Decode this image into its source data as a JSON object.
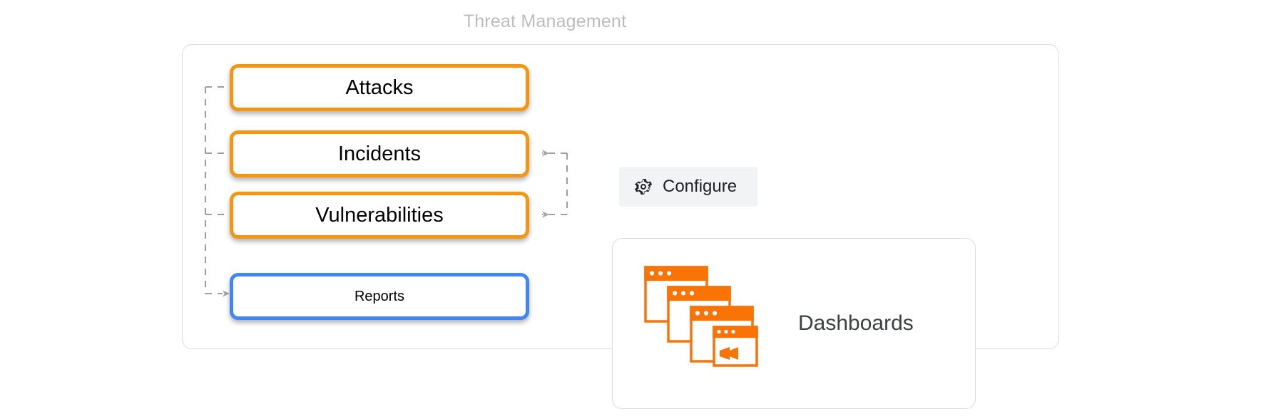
{
  "diagram": {
    "title": "Threat Management",
    "nav_items": [
      {
        "label": "Attacks",
        "accent": "#f59512",
        "state": "default"
      },
      {
        "label": "Incidents",
        "accent": "#f59512",
        "state": "default"
      },
      {
        "label": "Vulnerabilities",
        "accent": "#f59512",
        "state": "default"
      },
      {
        "label": "Reports",
        "accent": "#4285f4",
        "state": "selected"
      }
    ],
    "configure": {
      "label": "Configure",
      "icon": "gear-icon",
      "background": "#f1f3f4"
    },
    "dashboards": {
      "label": "Dashboards",
      "icon": "cascading-windows-icon",
      "icon_color": "#f97306"
    },
    "connectors": {
      "style": "dashed",
      "color": "#9e9e9e",
      "left_group_targets": [
        "Attacks",
        "Incidents",
        "Vulnerabilities"
      ],
      "left_arrow_target": "Reports",
      "right_arrow_targets": [
        "Incidents",
        "Vulnerabilities"
      ]
    },
    "colors": {
      "orange_accent": "#f59512",
      "blue_accent": "#4285f4",
      "panel_border": "#dadce0",
      "title_text": "#bdbdbd",
      "body_text": "#000000",
      "dash_text": "#3c4043",
      "connector": "#9e9e9e",
      "icon_orange": "#f97306"
    }
  }
}
